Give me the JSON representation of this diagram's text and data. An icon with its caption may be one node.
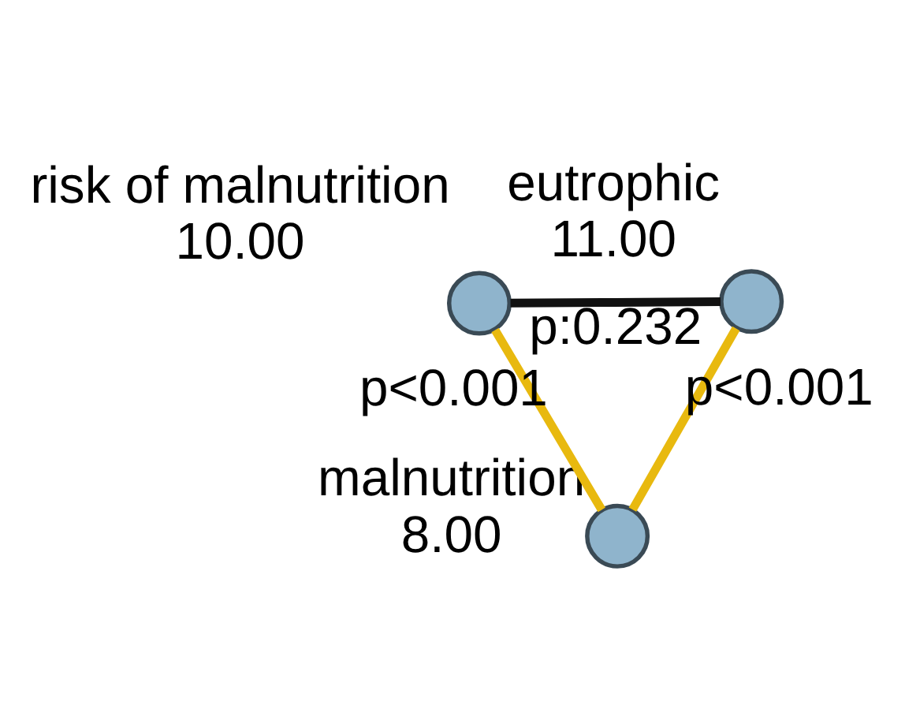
{
  "diagram": {
    "nodes": [
      {
        "text": [],
        "shape": "circle",
        "beside": [
          "risk of malnutrition",
          "10.00"
        ]
      },
      {
        "text": [],
        "shape": "circle",
        "beside": [
          "eutrophic",
          "11.00"
        ]
      },
      {
        "text": [],
        "shape": "circle",
        "beside": [
          "malnutrition",
          "8.00"
        ]
      }
    ],
    "edges": [
      {
        "from": 0,
        "to": 1,
        "arrow": "none",
        "label": "p:0.232",
        "color": "#111111"
      },
      {
        "from": 0,
        "to": 2,
        "arrow": "none",
        "label": "p<0.001"
      },
      {
        "from": 1,
        "to": 2,
        "arrow": "none",
        "label": "p<0.001"
      }
    ]
  }
}
